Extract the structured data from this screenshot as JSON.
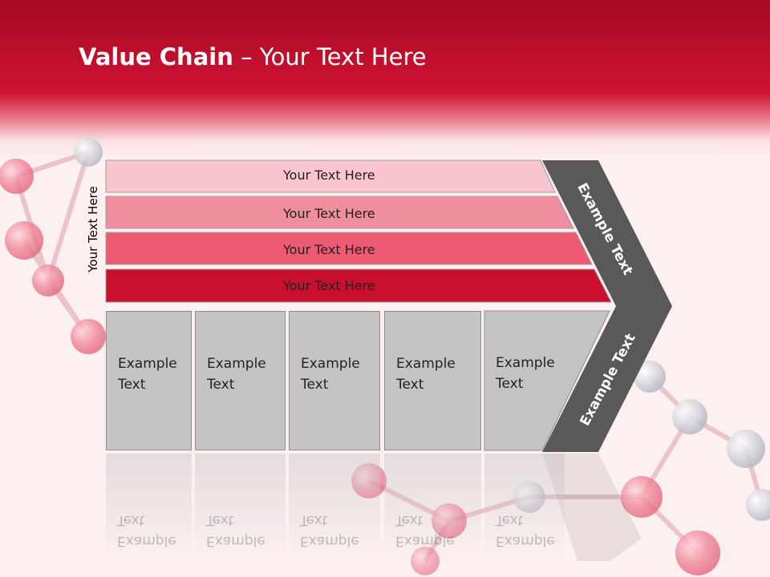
{
  "title": {
    "bold": "Value Chain",
    "rest": " – Your Text Here"
  },
  "side_label": "Your Text Here",
  "bands": [
    {
      "label": "Your Text Here",
      "color": "#f9c6d0"
    },
    {
      "label": "Your Text Here",
      "color": "#f08e9f"
    },
    {
      "label": "Your Text Here",
      "color": "#ee5a72"
    },
    {
      "label": "Your Text Here",
      "color": "#c8102e"
    }
  ],
  "boxes": [
    {
      "line1": "Example",
      "line2": "Text"
    },
    {
      "line1": "Example",
      "line2": "Text"
    },
    {
      "line1": "Example",
      "line2": "Text"
    },
    {
      "line1": "Example",
      "line2": "Text"
    },
    {
      "line1": "Example",
      "line2": "Text"
    }
  ],
  "arrow": {
    "upper_label": "Example Text",
    "lower_label": "Example Text",
    "color": "#595959"
  },
  "colors": {
    "header": "#cf1232",
    "background": "#fdf0f1"
  }
}
